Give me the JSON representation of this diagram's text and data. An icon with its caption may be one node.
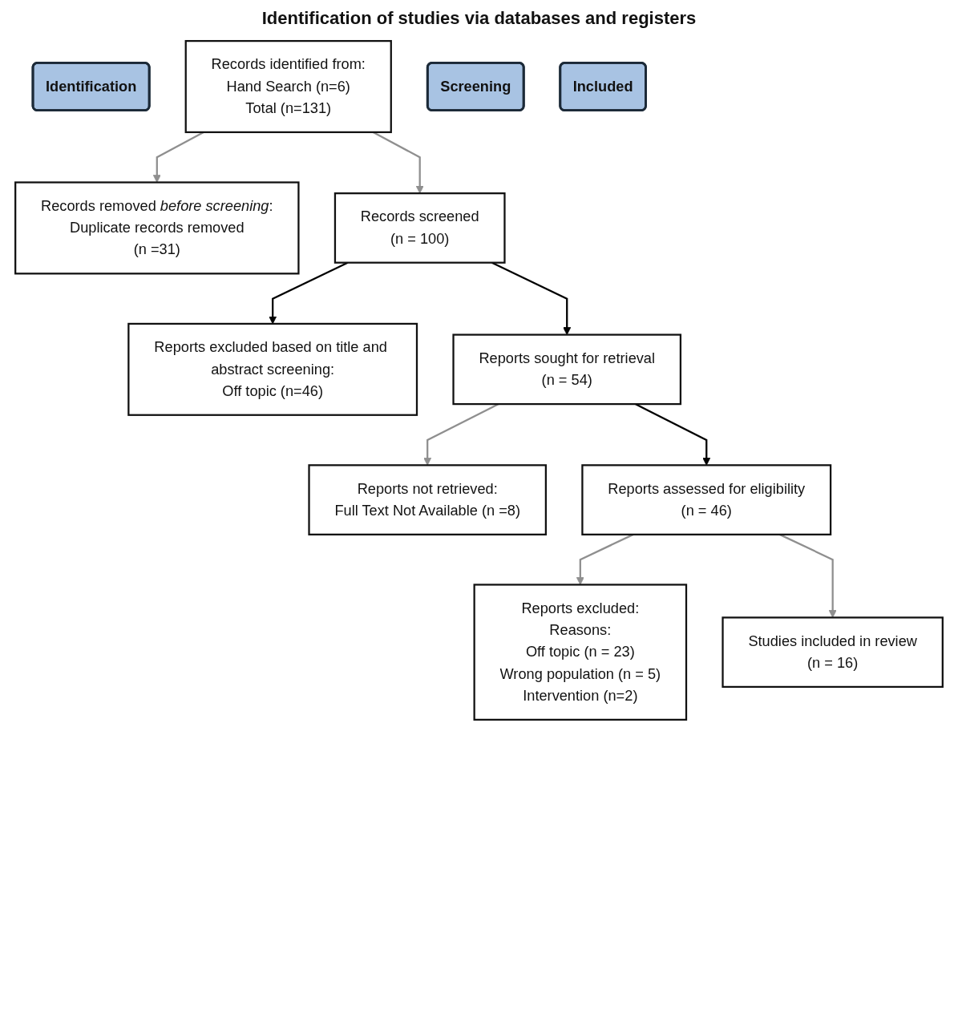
{
  "diagram": {
    "title": "Identification of studies via databases and registers",
    "nodes": [
      {
        "text": [
          "Identification"
        ]
      },
      {
        "text": [
          "Records identified from:",
          "Hand Search (n=6)",
          "Total (n=131)"
        ]
      },
      {
        "text": [
          "Records removed *before screening*:",
          "Duplicate records removed",
          "(n =31)"
        ]
      },
      {
        "text": [
          "Screening"
        ]
      },
      {
        "text": [
          "Records screened",
          "(n = 100)"
        ]
      },
      {
        "text": [
          "Reports excluded based on title and abstract screening:",
          "Off topic (n=46)"
        ]
      },
      {
        "text": [
          "Reports sought for retrieval",
          "(n = 54)"
        ]
      },
      {
        "text": [
          "Reports not retrieved:",
          "Full Text Not Available (n =8)"
        ]
      },
      {
        "text": [
          "Reports assessed for eligibility",
          "(n = 46)"
        ]
      },
      {
        "text": [
          "Reports excluded:",
          "Reasons:",
          "Off topic (n = 23)",
          "Wrong population (n = 5)",
          "Intervention (n=2)"
        ]
      },
      {
        "text": [
          "Included"
        ]
      },
      {
        "text": [
          "Studies included in review",
          "(n = 16)"
        ]
      }
    ],
    "edges": [
      {
        "from": 1,
        "to": 2,
        "arrow": "to"
      },
      {
        "from": 1,
        "to": 4,
        "arrow": "to"
      },
      {
        "from": 4,
        "to": 5,
        "arrow": "to",
        "color": "#000000"
      },
      {
        "from": 4,
        "to": 6,
        "arrow": "to",
        "color": "#000000"
      },
      {
        "from": 6,
        "to": 7,
        "arrow": "to"
      },
      {
        "from": 6,
        "to": 8,
        "arrow": "to",
        "color": "#000000"
      },
      {
        "from": 8,
        "to": 9,
        "arrow": "to"
      },
      {
        "from": 8,
        "to": 11,
        "arrow": "to"
      }
    ]
  }
}
